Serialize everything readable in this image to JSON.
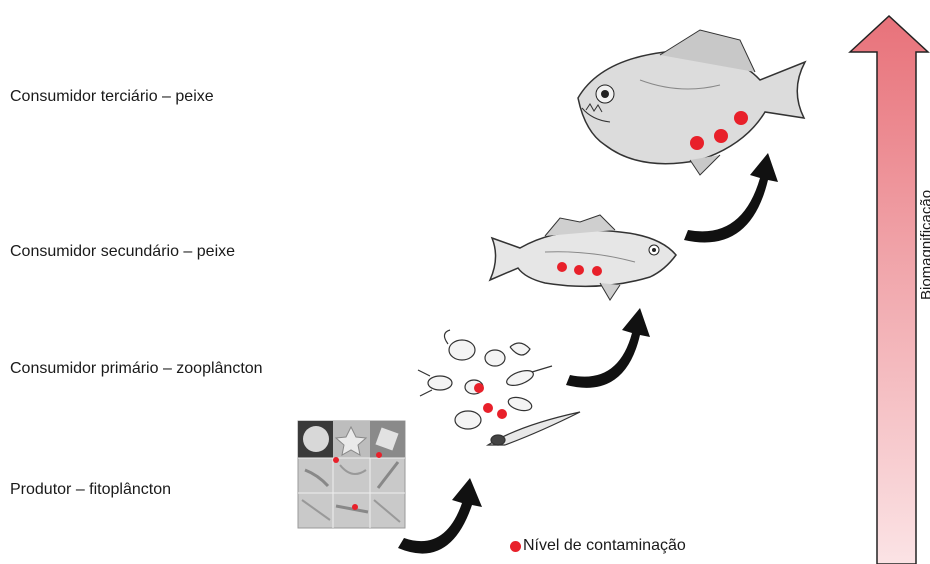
{
  "levels": {
    "tertiary": "Consumidor terciário – peixe",
    "secondary": "Consumidor secundário – peixe",
    "primary": "Consumidor primário – zooplâncton",
    "producer": "Produtor – fitoplâncton"
  },
  "legend": {
    "label": "Nível de contaminação",
    "color": "#e8202a"
  },
  "biomagnification_arrow": {
    "label": "Biomagnificação",
    "gradient_top": "#e8727a",
    "gradient_bottom": "#fbe3e5"
  },
  "icons": [
    "phytoplankton-grid-icon",
    "zooplankton-cluster-icon",
    "bass-fish-icon",
    "piranha-fish-icon",
    "curved-arrow-icon"
  ]
}
